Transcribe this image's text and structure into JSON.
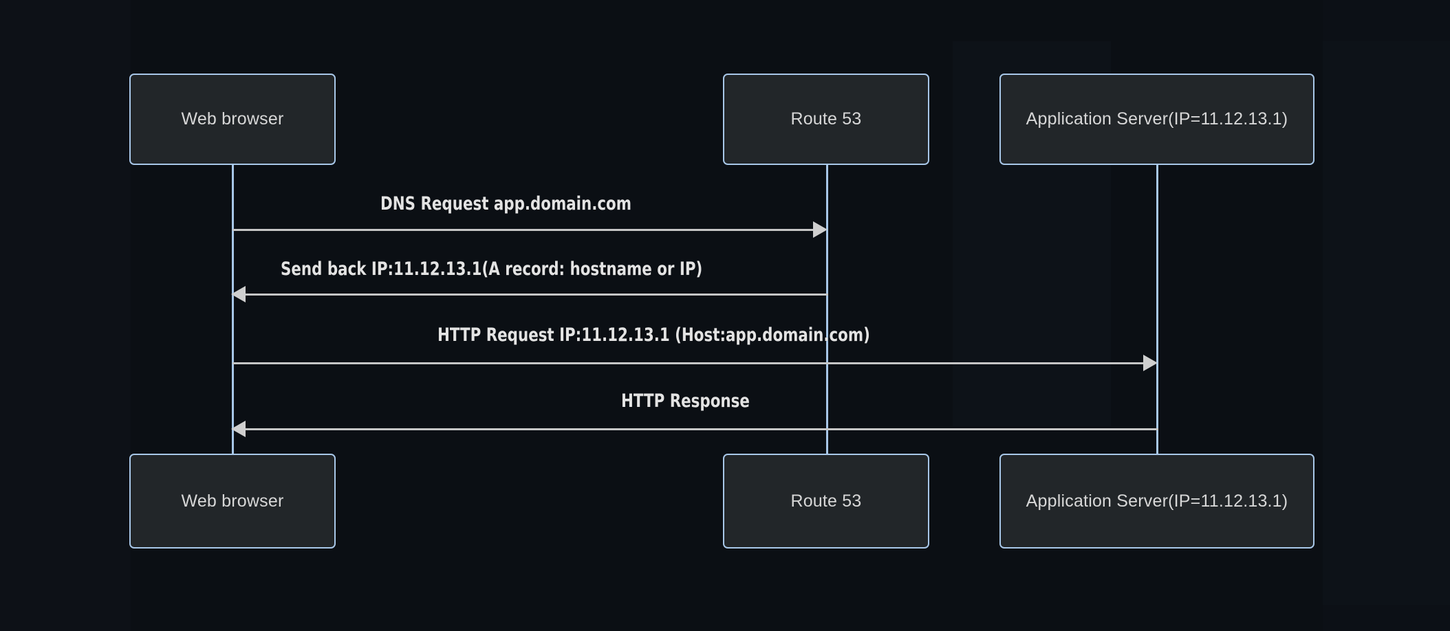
{
  "diagram": {
    "type": "sequence-diagram",
    "title": "",
    "background_color": "#0b0f14",
    "box_fill_color": "#222629",
    "box_border_color": "#a8c7e8",
    "lifeline_color": "#a8c7e8",
    "message_color": "#c6c6c6",
    "text_color": "#d7d7d7"
  },
  "participants": [
    {
      "id": "browser",
      "label": "Web browser"
    },
    {
      "id": "route53",
      "label": "Route 53"
    },
    {
      "id": "appserver",
      "label": "Application Server(IP=11.12.13.1)"
    }
  ],
  "participants_bottom": [
    {
      "id": "browser",
      "label": "Web browser"
    },
    {
      "id": "route53",
      "label": "Route 53"
    },
    {
      "id": "appserver",
      "label": "Application Server(IP=11.12.13.1)"
    }
  ],
  "messages": [
    {
      "index": 1,
      "from": "browser",
      "to": "route53",
      "direction": "right",
      "label": "DNS Request app.domain.com"
    },
    {
      "index": 2,
      "from": "route53",
      "to": "browser",
      "direction": "left",
      "label": "Send back IP:11.12.13.1(A record: hostname or IP)"
    },
    {
      "index": 3,
      "from": "browser",
      "to": "appserver",
      "direction": "right",
      "label": "HTTP Request IP:11.12.13.1 (Host:app.domain.com)"
    },
    {
      "index": 4,
      "from": "appserver",
      "to": "browser",
      "direction": "left",
      "label": "HTTP Response"
    }
  ]
}
